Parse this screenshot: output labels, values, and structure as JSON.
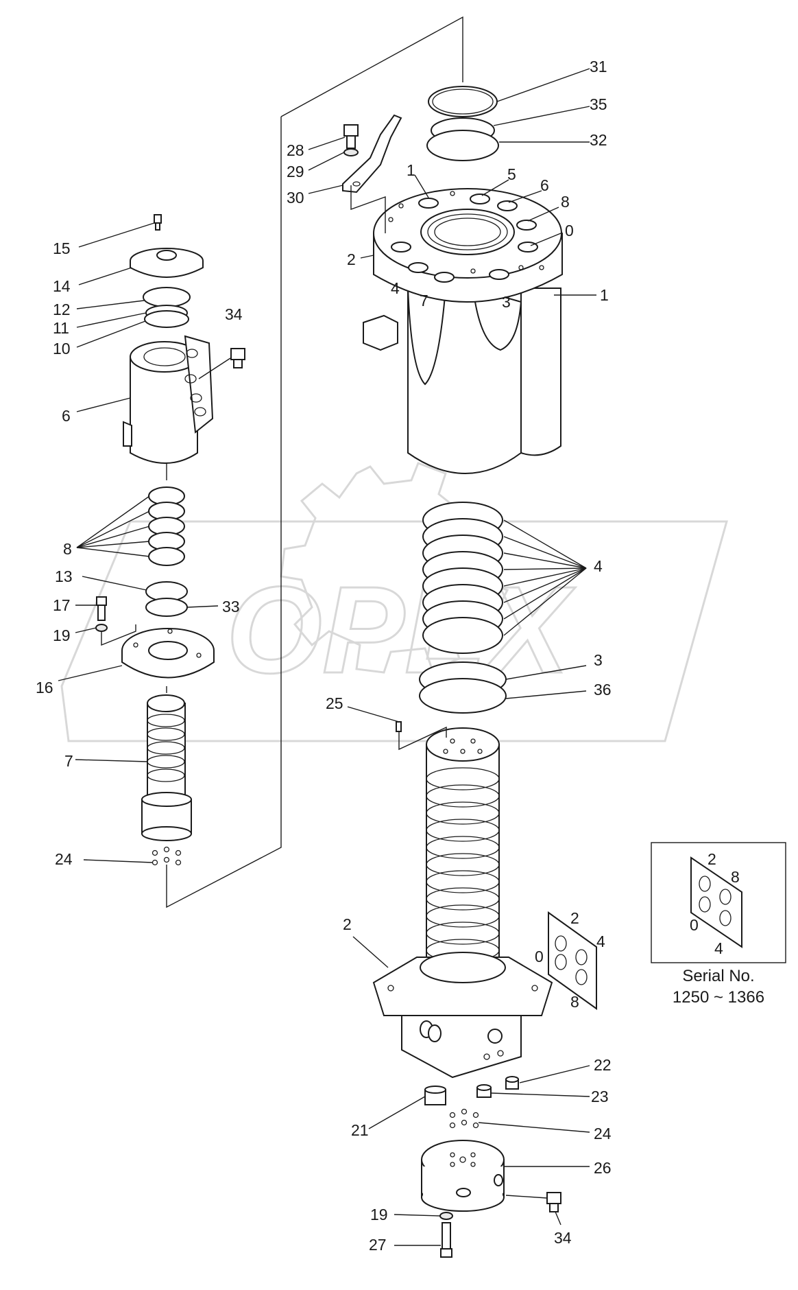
{
  "watermark": {
    "text": "OPEX",
    "color": "#d8d8d8"
  },
  "colors": {
    "line": "#1a1a1a",
    "background": "#ffffff"
  },
  "callouts": {
    "c31": "31",
    "c35": "35",
    "c32": "32",
    "c28": "28",
    "c29": "29",
    "c30": "30",
    "c1a": "1",
    "c5": "5",
    "c6a": "6",
    "c8a": "8",
    "c0a": "0",
    "c2a": "2",
    "c4a": "4",
    "c7a": "7",
    "c3a": "3",
    "c1b": "1",
    "c15": "15",
    "c14": "14",
    "c12": "12",
    "c11": "11",
    "c10": "10",
    "c34a": "34",
    "c6b": "6",
    "c8b": "8",
    "c13": "13",
    "c33": "33",
    "c17": "17",
    "c19a": "19",
    "c16": "16",
    "c7b": "7",
    "c24a": "24",
    "c4b": "4",
    "c3b": "3",
    "c36": "36",
    "c25": "25",
    "c2b": "2",
    "c22": "22",
    "c23": "23",
    "c21": "21",
    "c24b": "24",
    "c26": "26",
    "c19b": "19",
    "c27": "27",
    "c34b": "34"
  },
  "port_marks_mid": {
    "p2": "2",
    "p4": "4",
    "p0": "0",
    "p8": "8"
  },
  "inset": {
    "p2": "2",
    "p8": "8",
    "p0": "0",
    "p4": "4",
    "serial_label": "Serial No.",
    "serial_range": "1250 ~ 1366"
  }
}
